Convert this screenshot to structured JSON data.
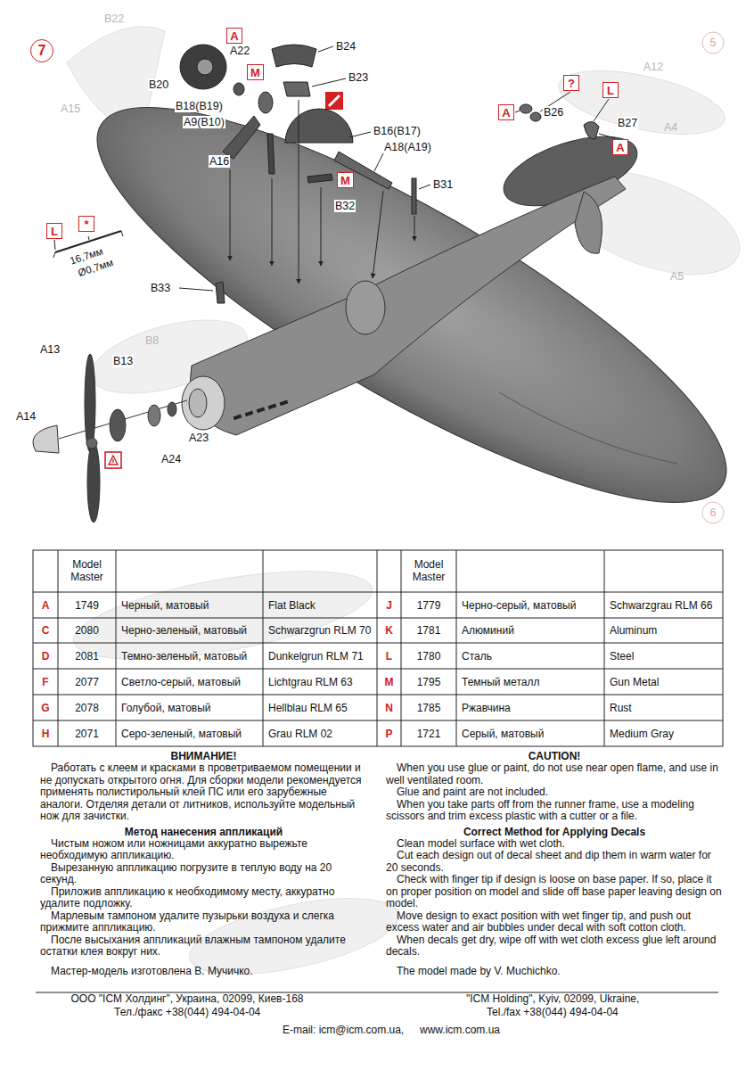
{
  "diagram": {
    "nodes": [
      {
        "text": [
          "7"
        ]
      },
      {
        "text": [
          "A"
        ]
      },
      {
        "text": [
          "M"
        ]
      },
      {
        "text": [
          "?"
        ]
      },
      {
        "text": [
          "L"
        ]
      },
      {
        "text": [
          "A"
        ]
      },
      {
        "text": [
          "A"
        ]
      },
      {
        "text": [
          "M"
        ]
      },
      {
        "text": [
          "*"
        ]
      },
      {
        "text": [
          "L"
        ]
      }
    ],
    "labels": [
      "B22",
      "A15",
      "A12",
      "A4",
      "A5",
      "B8",
      "5",
      "6",
      "B20",
      "A22",
      "B24",
      "B23",
      "B18(B19)",
      "A9(B10)",
      "A16",
      "B16(B17)",
      "A18(A19)",
      "B32",
      "B31",
      "B26",
      "B27",
      "16,7мм",
      "Ø0,7мм",
      "B33",
      "A13",
      "B13",
      "A14",
      "A23",
      "A24",
      "Model Master",
      "Model Master",
      "A",
      "1749",
      "Черный, матовый",
      "Flat Black",
      "J",
      "1779",
      "Черно-серый, матовый",
      "Schwarzgrau RLM 66",
      "C",
      "2080",
      "Черно-зеленый, матовый",
      "Schwarzgrun RLM 70",
      "K",
      "1781",
      "Алюминий",
      "Aluminum",
      "D",
      "2081",
      "Темно-зеленый, матовый",
      "Dunkelgrun RLM 71",
      "L",
      "1780",
      "Сталь",
      "Steel",
      "F",
      "2077",
      "Светло-серый, матовый",
      "Lichtgrau RLM 63",
      "M",
      "1795",
      "Темный металл",
      "Gun Metal",
      "G",
      "2078",
      "Голубой, матовый",
      "Hellblau RLM 65",
      "N",
      "1785",
      "Ржавчина",
      "Rust",
      "H",
      "2071",
      "Серо-зеленый, матовый",
      "Grau RLM 02",
      "P",
      "1721",
      "Серый, матовый",
      "Medium Gray",
      "ВНИМАНИЕ!",
      "Работать с клеем и красками в проветриваемом помещении и не допускать открытого огня. Для сборки модели рекомендуется применять полистирольный клей ПС или его зарубежные аналоги. Отделяя детали от литников, используйте модельный нож для зачистки.",
      "Метод нанесения аппликаций",
      "Чистым ножом или ножницами аккуратно вырежьте необходимую аппликацию.",
      "Вырезанную аппликацию погрузите в теплую воду на 20 секунд.",
      "Приложив аппликацию к необходимому месту, аккуратно удалите подложку.",
      "Марлевым тампоном удалите пузырьки воздуха и слегка прижмите аппликацию.",
      "После высыхания аппликаций влажным тампоном удалите остатки клея вокруг них.",
      "Мастер-модель изготовлена В. Мучичко.",
      "CAUTION!",
      "When you use glue or paint, do not use near open flame, and use in well ventilated room.",
      "Glue and paint are not included.",
      "When you take parts off from the runner frame, use a modeling scissors and trim excess plastic with a cutter or a file.",
      "Correct Method for Applying Decals",
      "Clean model surface with wet cloth.",
      "Cut each design out of decal sheet and dip them in warm water for 20 seconds.",
      "Check with finger tip if design is loose on base paper. If so, place it on proper position on model and slide off base paper leaving design on model.",
      "Move design to exact position with wet finger tip, and push out excess water and air bubbles under decal with soft cotton cloth.",
      "When decals get dry, wipe off with wet cloth excess glue left around decals.",
      "The model made by V. Muchichko.",
      "ООО \"ICM Холдинг\", Украина, 02099, Киев-168",
      "Тел./факс +38(044) 494-04-04",
      "\"ICM Holding\", Kyiv, 02099, Ukraine,",
      "Tel./fax +38(044) 494-04-04",
      "E-mail: icm@icm.com.ua,",
      "www.icm.com.ua"
    ]
  }
}
